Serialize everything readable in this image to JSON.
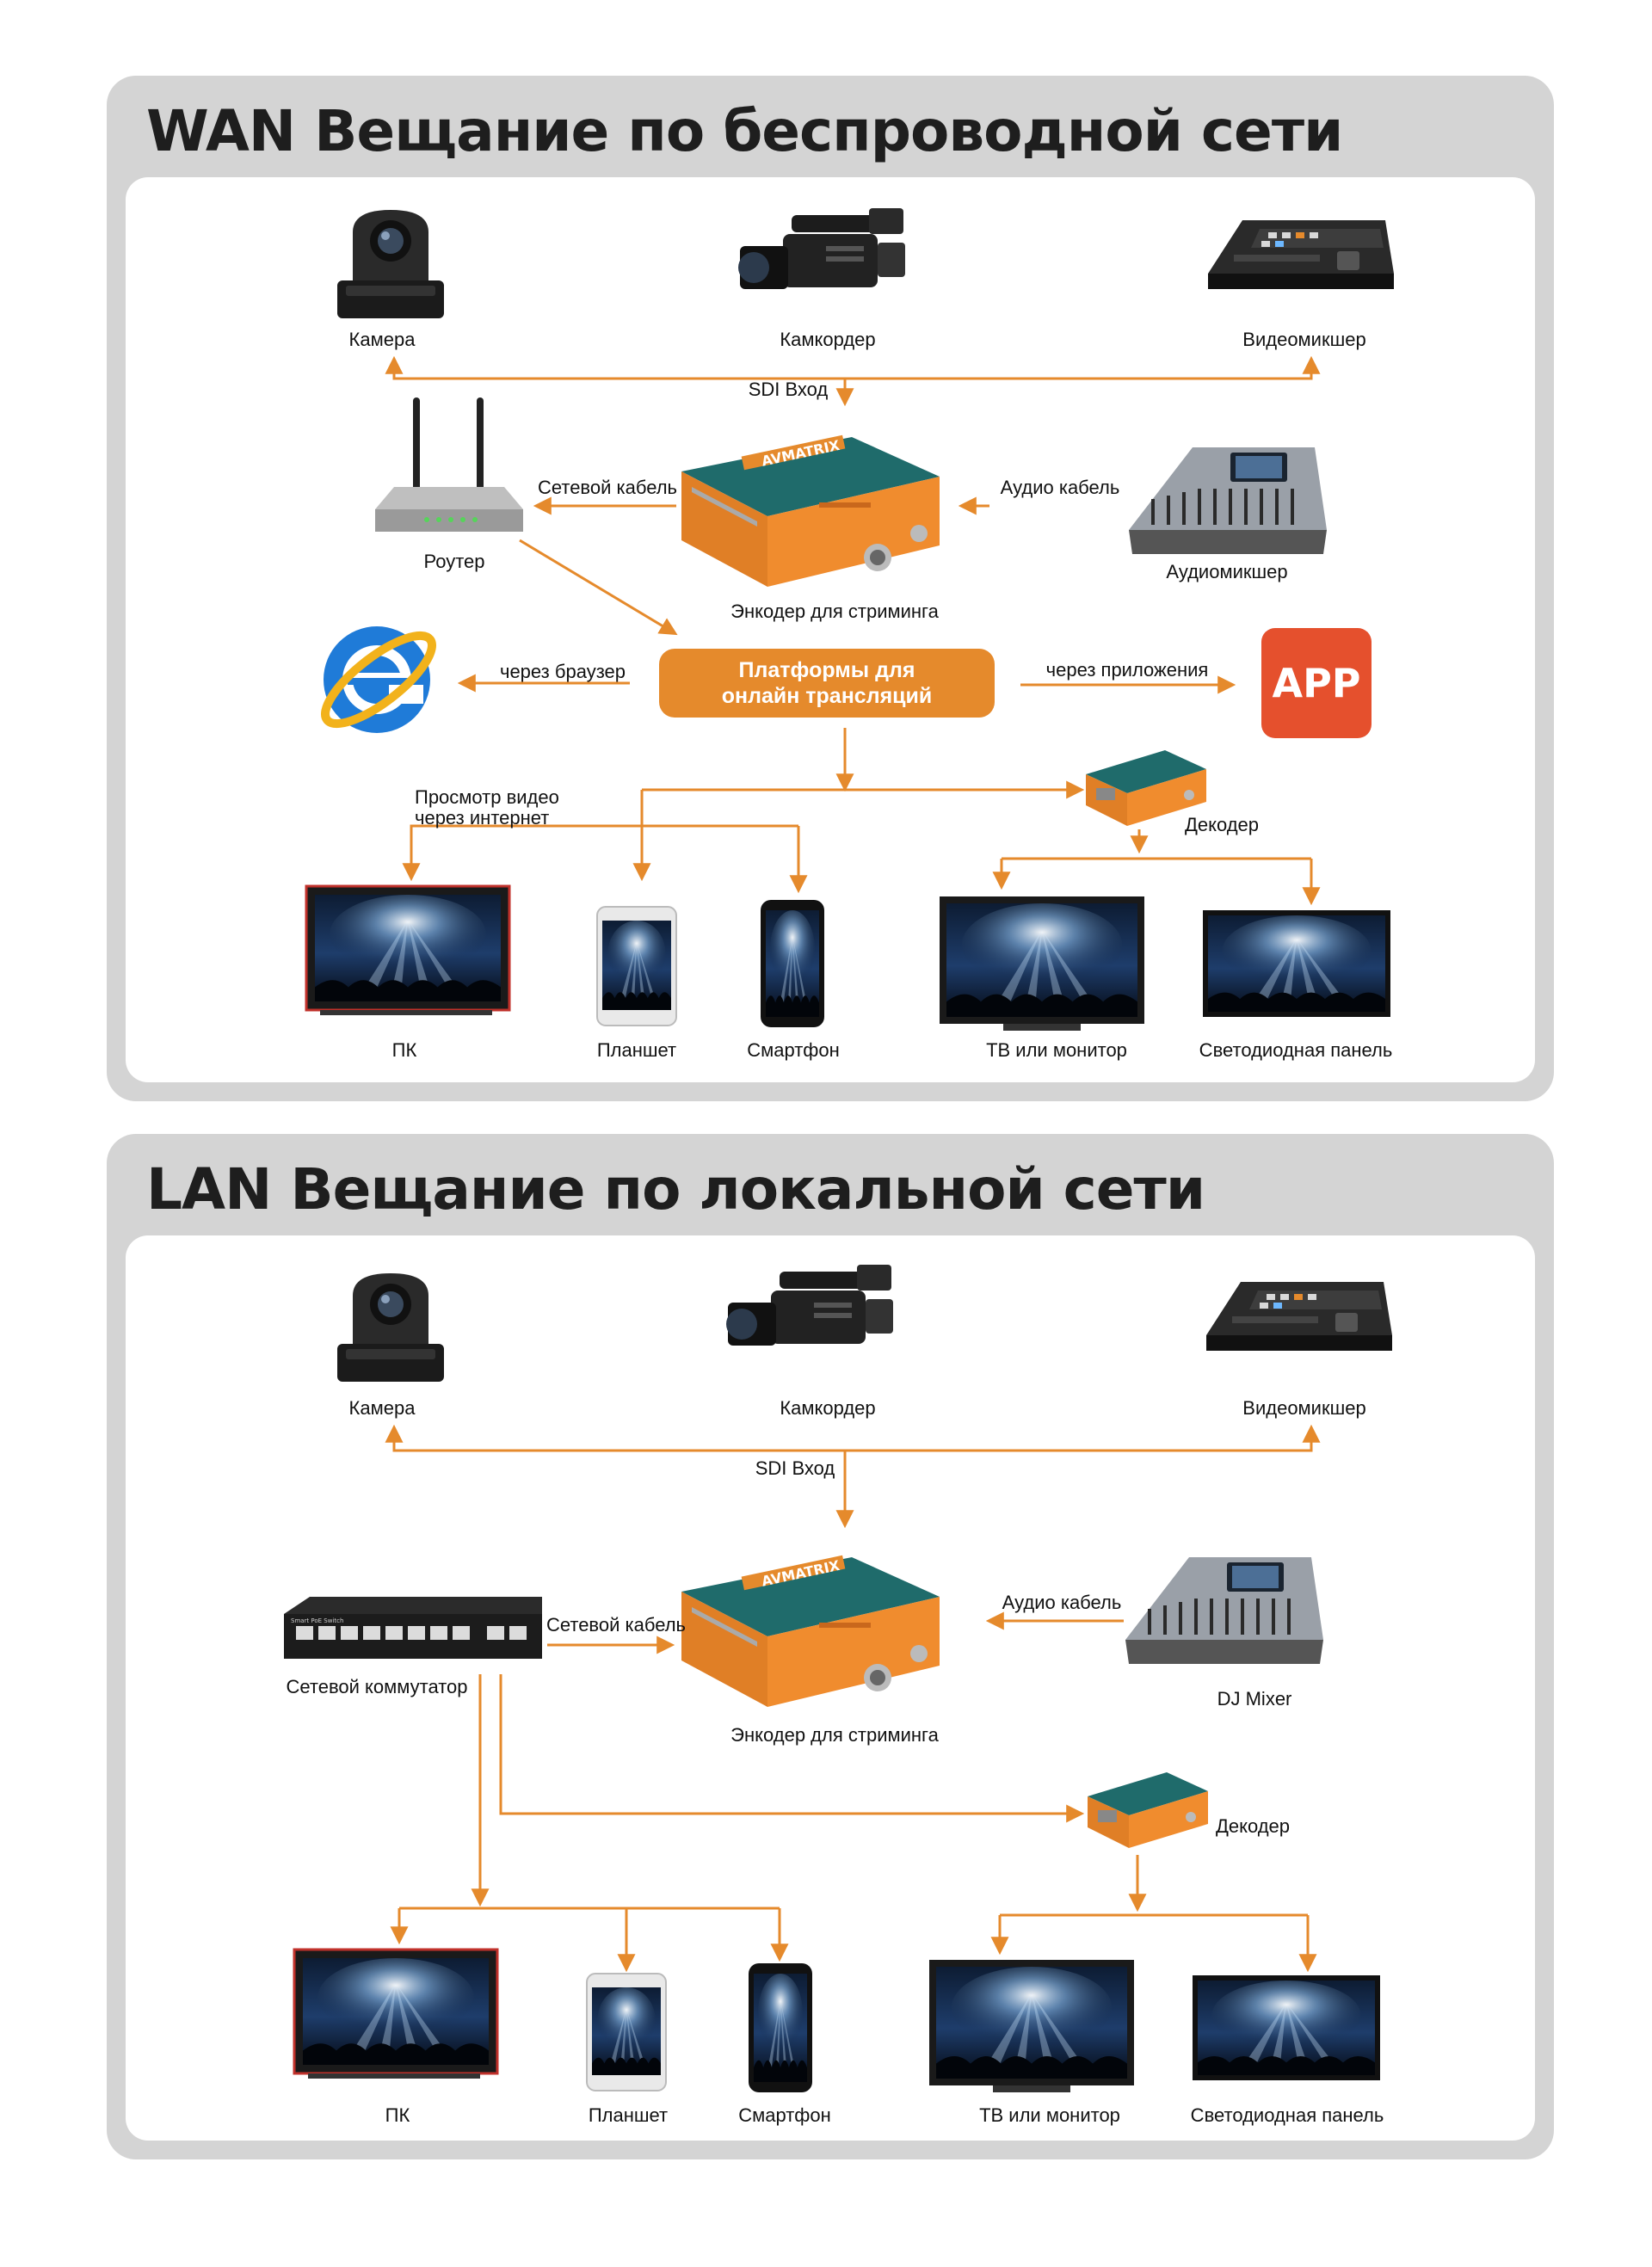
{
  "colors": {
    "arrow": "#e58a2c",
    "platform": "#e58a2c",
    "app": "#e5502d",
    "panel_bg": "#d4d4d4",
    "title": "#1e1e1e"
  },
  "wan": {
    "title": "WAN Вещание по беспроводной сети",
    "sources": {
      "camera": "Камера",
      "camcorder": "Камкордер",
      "video_mixer": "Видеомикшер"
    },
    "sdi_input": "SDI Вход",
    "router": "Роутер",
    "network_cable": "Сетевой кабель",
    "audio_cable": "Аудио кабель",
    "audio_mixer": "Аудиомикшер",
    "encoder": "Энкодер для стриминга",
    "via_browser": "через браузер",
    "platform_line1": "Платформы для",
    "platform_line2": "онлайн трансляций",
    "via_app": "через приложения",
    "app_label": "APP",
    "internet_view_line1": "Просмотр видео",
    "internet_view_line2": "через интернет",
    "decoder": "Декодер",
    "outputs": {
      "pc": "ПК",
      "tablet": "Планшет",
      "smartphone": "Смартфон",
      "tv": "ТВ или монитор",
      "led": "Светодиодная панель"
    }
  },
  "lan": {
    "title": "LAN Вещание по локальной сети",
    "sources": {
      "camera": "Камера",
      "camcorder": "Камкордер",
      "video_mixer": "Видеомикшер"
    },
    "sdi_input": "SDI Вход",
    "network_cable": "Сетевой кабель",
    "audio_cable": "Аудио кабель",
    "switch": "Сетевой коммутатор",
    "dj_mixer": "DJ Mixer",
    "encoder": "Энкодер для стриминга",
    "decoder": "Декодер",
    "outputs": {
      "pc": "ПК",
      "tablet": "Планшет",
      "smartphone": "Смартфон",
      "tv": "ТВ или монитор",
      "led": "Светодиодная панель"
    }
  }
}
